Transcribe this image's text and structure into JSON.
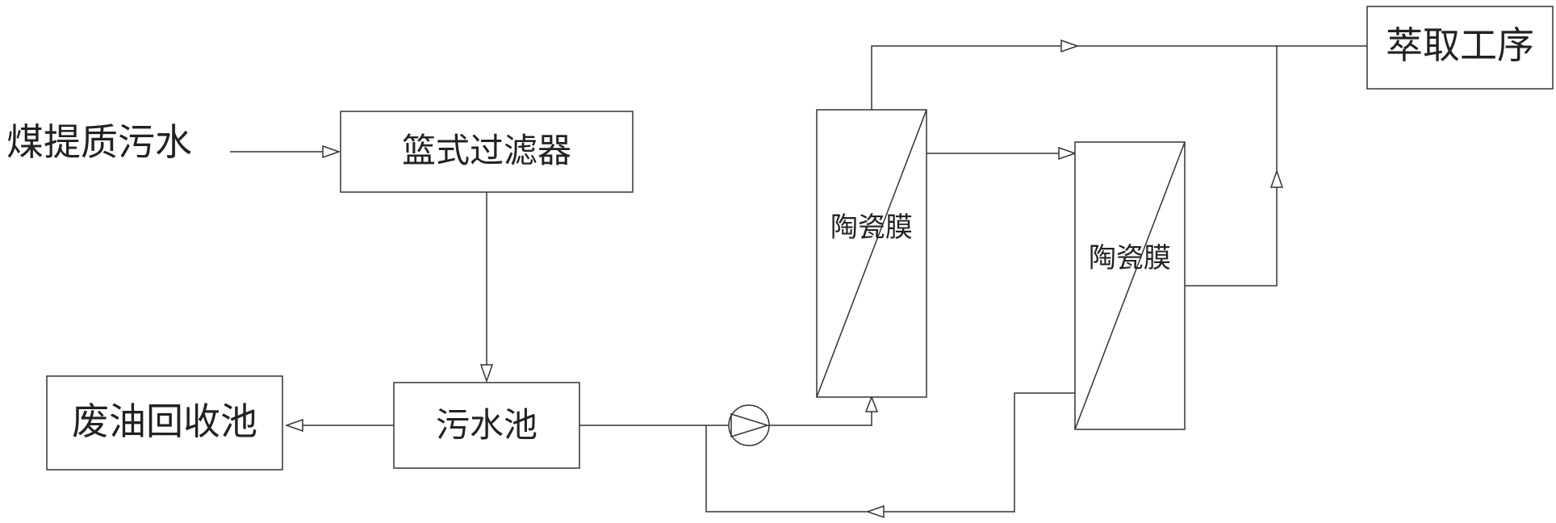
{
  "diagram": {
    "input_label": "煤提质污水",
    "basket_filter": "篮式过滤器",
    "sewage_tank": "污水池",
    "waste_oil_tank": "废油回收池",
    "membrane_1": "陶瓷膜",
    "membrane_2": "陶瓷膜",
    "extraction": "萃取工序"
  }
}
